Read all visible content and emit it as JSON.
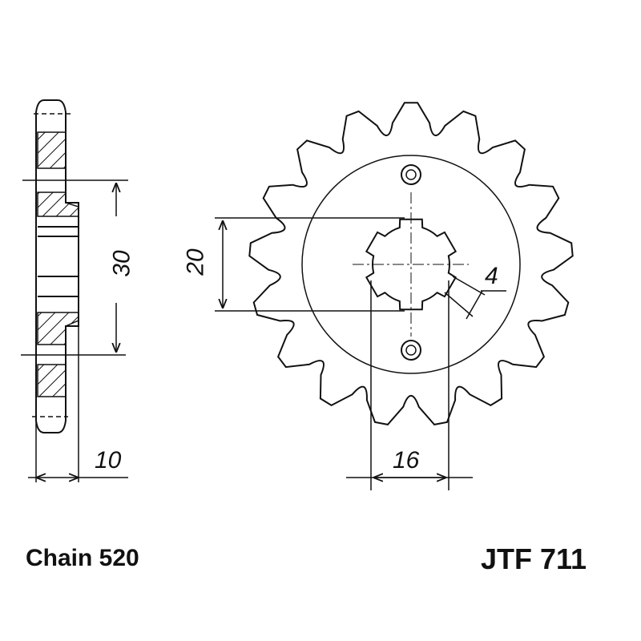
{
  "drawing": {
    "dimensions": {
      "spline_width": "20",
      "hub_diameter": "30",
      "spline_height": "4",
      "thickness": "10",
      "bore_width": "16"
    },
    "chain_label": "Chain 520",
    "part_number": "JTF 711",
    "teeth": 17,
    "splines": 6,
    "line_color": "#111111"
  }
}
